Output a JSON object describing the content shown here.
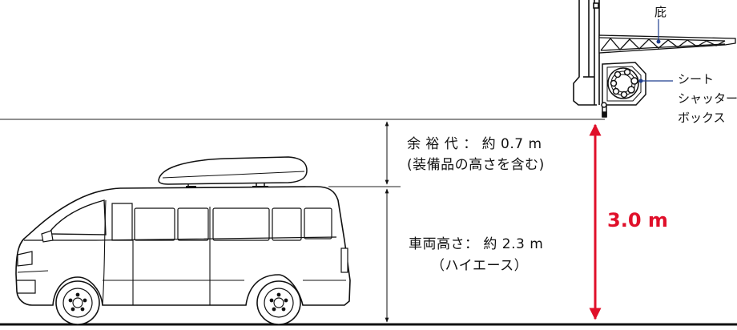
{
  "labels": {
    "eaves": "庇",
    "box_line1": "シート",
    "box_line2": "シャッター",
    "box_line3": "ボックス",
    "clearance_line1": "余 裕 代 ： 約 0.7 m",
    "clearance_line2": "(装備品の高さを含む)",
    "vehicle_line1": "車両高さ： 約 2.3 m",
    "vehicle_line2": "（ハイエース）",
    "total_height": "3.0 m"
  },
  "colors": {
    "accent_red": "#e0102a",
    "leader_blue": "#1f3f8f",
    "line": "#111111"
  }
}
